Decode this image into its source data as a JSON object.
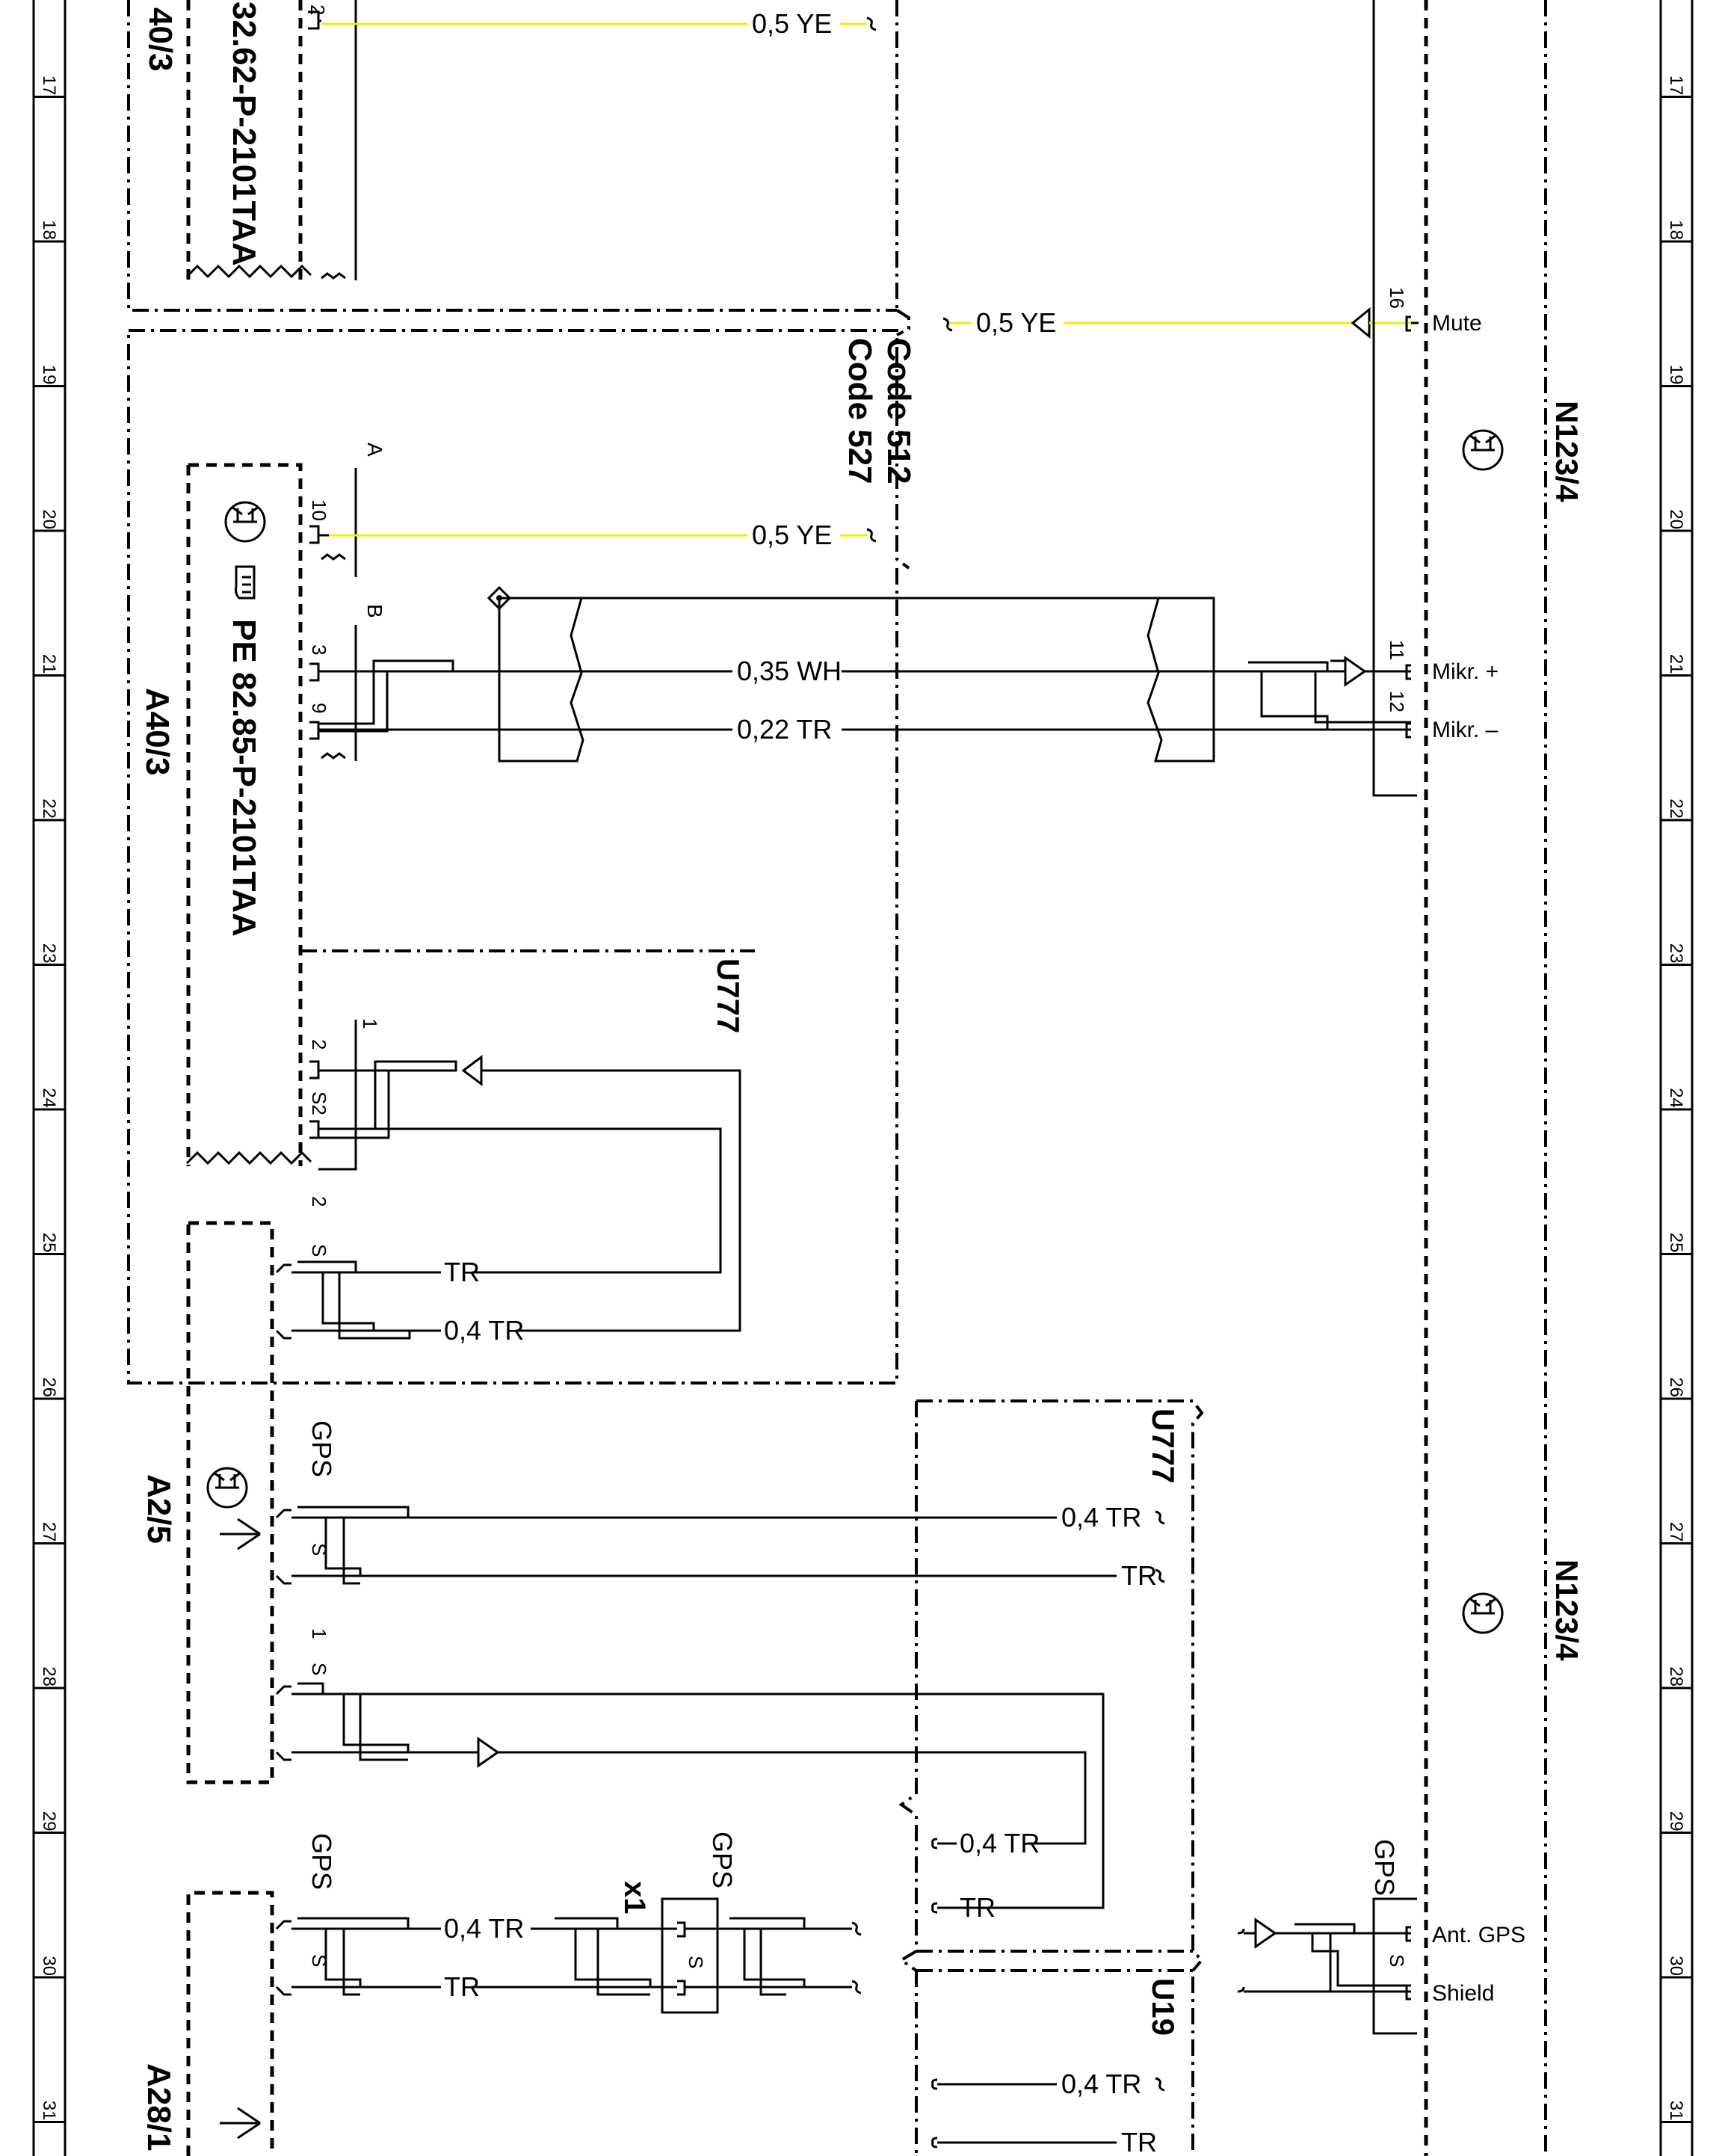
{
  "row_numbers": [
    "17",
    "18",
    "19",
    "20",
    "21",
    "22",
    "23",
    "24",
    "25",
    "26",
    "27",
    "28",
    "29",
    "30",
    "31"
  ],
  "components": {
    "a40_top_id": "40/3",
    "a40_top_part": "32.62-P-2101TAA",
    "a40_id": "A40/3",
    "a40_part": "PE 82.85-P-2101TAA",
    "code_1": "Code 512",
    "code_2": "Code 527",
    "u777_top": "U777",
    "u777_bottom": "U777",
    "u19": "U19",
    "n123_top": "N123/4",
    "n123_bottom": "N123/4",
    "a2_5": "A2/5",
    "a28_1": "A28/1",
    "x1": "x1"
  },
  "pins": {
    "a40_top_2": "2",
    "a40_10": "10",
    "a40_3": "3",
    "a40_9": "9",
    "conn_a": "A",
    "conn_b": "B",
    "u777_1": "1",
    "u777_2": "2",
    "u777_s2": "S2",
    "u777_2b": "2",
    "u777_s": "S",
    "a2_gps": "GPS",
    "a2_s": "S",
    "a2_1": "1",
    "a2_s2": "S",
    "a28_gps": "GPS",
    "a28_s": "S",
    "x1_gps": "GPS",
    "x1_s": "S",
    "n_16": "16",
    "n_11": "11",
    "n_12": "12",
    "n_gps": "GPS",
    "n_s": "S"
  },
  "wires": {
    "w1": "0,5  YE",
    "w2": "0,5  YE",
    "w3": "0,5  YE",
    "w4": "0,35  WH",
    "w5": "0,22  TR",
    "w6": "TR",
    "w7": "0,4  TR",
    "w8": "0,4  TR",
    "w9": "TR",
    "w10": "0,4  TR",
    "w11": "TR",
    "w12": "0,4  TR",
    "w13": "TR",
    "w14": "0,4  TR",
    "w15": "TR"
  },
  "terminals": {
    "mute": "Mute",
    "mikr_plus": "Mikr. +",
    "mikr_minus": "Mikr. –",
    "ant_gps": "Ant. GPS",
    "shield": "Shield"
  },
  "colors": {
    "wire_yellow": "#f2ee00",
    "line": "#000000"
  },
  "icons": [
    "transistor-icon",
    "hand-pointer-icon",
    "antenna-icon",
    "splice-diamond-icon"
  ]
}
